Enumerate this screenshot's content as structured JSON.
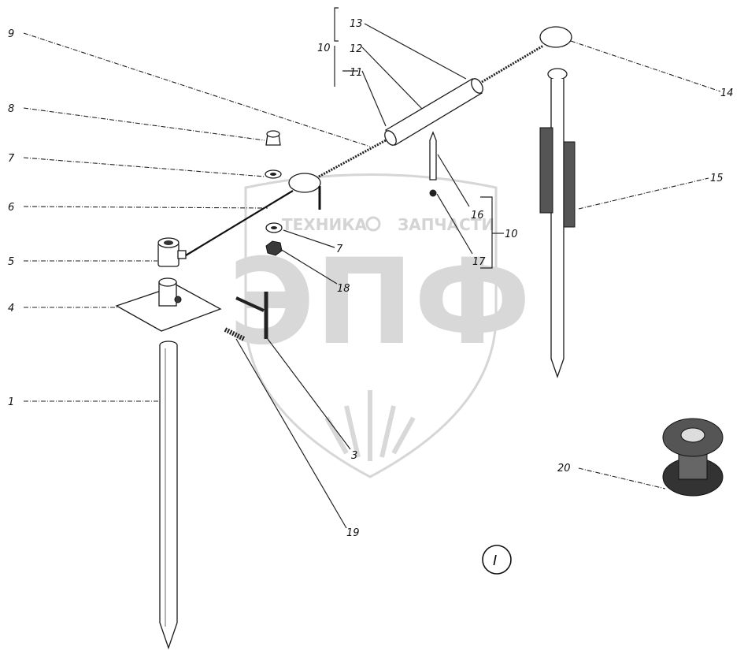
{
  "watermark": {
    "line1_left": "ТЕХНИКА",
    "line1_right": "ЗАПЧАСТИ",
    "logo": "ЭПФ"
  },
  "callouts": [
    {
      "id": "1",
      "label": "1"
    },
    {
      "id": "3",
      "label": "3"
    },
    {
      "id": "4",
      "label": "4"
    },
    {
      "id": "5",
      "label": "5"
    },
    {
      "id": "6",
      "label": "6"
    },
    {
      "id": "7a",
      "label": "7"
    },
    {
      "id": "7b",
      "label": "7"
    },
    {
      "id": "8",
      "label": "8"
    },
    {
      "id": "9",
      "label": "9"
    },
    {
      "id": "10a",
      "label": "10"
    },
    {
      "id": "10b",
      "label": "10"
    },
    {
      "id": "11",
      "label": "11"
    },
    {
      "id": "12",
      "label": "12"
    },
    {
      "id": "13",
      "label": "13"
    },
    {
      "id": "14",
      "label": "14"
    },
    {
      "id": "15",
      "label": "15"
    },
    {
      "id": "16",
      "label": "16"
    },
    {
      "id": "17",
      "label": "17"
    },
    {
      "id": "18",
      "label": "18"
    },
    {
      "id": "19",
      "label": "19"
    },
    {
      "id": "20",
      "label": "20"
    }
  ],
  "figure_mark": "I"
}
